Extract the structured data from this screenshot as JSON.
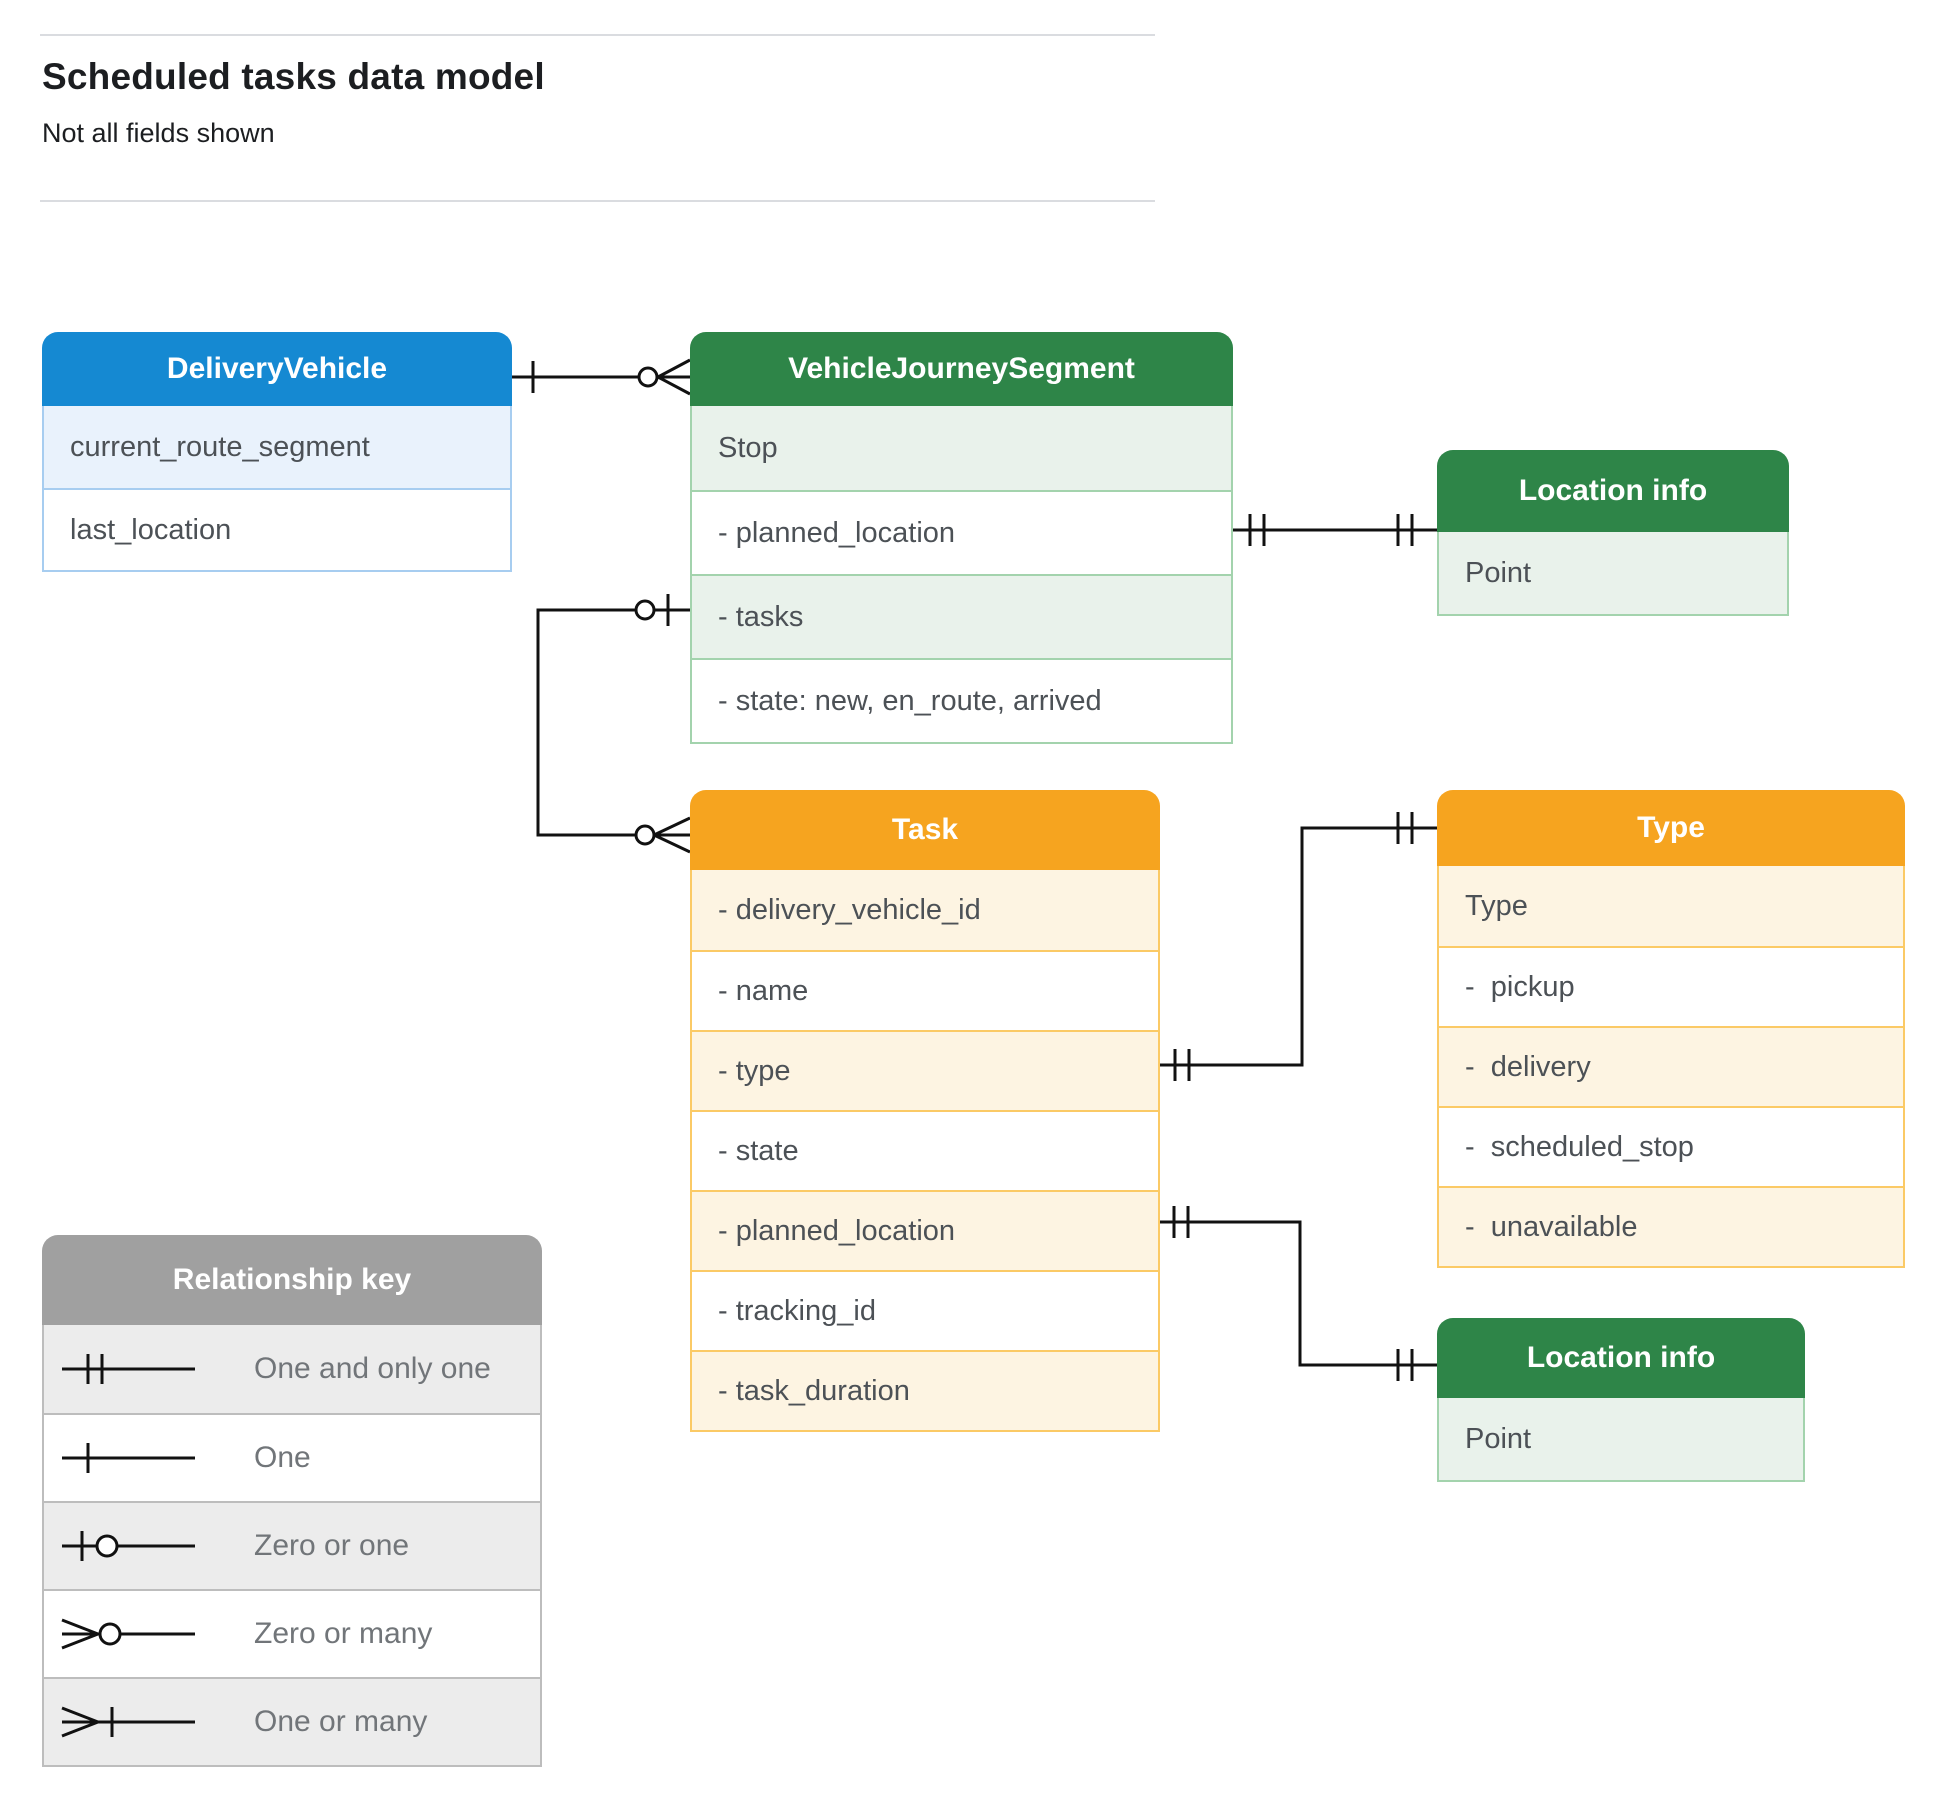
{
  "page": {
    "title": "Scheduled tasks data model",
    "subtitle": "Not all fields shown"
  },
  "colors": {
    "blue_header": "#1589d2",
    "blue_row": "#e9f2fc",
    "blue_border": "#a7cdf0",
    "green_header": "#2e8548",
    "green_row": "#e9f2eb",
    "green_border": "#a3d3ad",
    "orange_header": "#f6a41f",
    "orange_row": "#fdf4e2",
    "orange_border": "#fbca66",
    "gray_header": "#a0a0a0",
    "gray_row": "#ececec",
    "gray_border": "#bdbdbd",
    "connector": "#111111"
  },
  "entities": {
    "delivery_vehicle": {
      "title": "DeliveryVehicle",
      "rows": [
        "current_route_segment",
        "last_location"
      ]
    },
    "vehicle_journey_segment": {
      "title": "VehicleJourneySegment",
      "rows": [
        "Stop",
        "- planned_location",
        "- tasks",
        "- state: new, en_route, arrived"
      ]
    },
    "location_info_1": {
      "title": "Location info",
      "rows": [
        "Point"
      ]
    },
    "task": {
      "title": "Task",
      "rows": [
        "- delivery_vehicle_id",
        "- name",
        "- type",
        "- state",
        "- planned_location",
        "- tracking_id",
        "- task_duration"
      ]
    },
    "type": {
      "title": "Type",
      "rows": [
        "Type",
        "-  pickup",
        "-  delivery",
        "-  scheduled_stop",
        "-  unavailable"
      ]
    },
    "location_info_2": {
      "title": "Location info",
      "rows": [
        "Point"
      ]
    }
  },
  "relationships": [
    {
      "from": "DeliveryVehicle",
      "to": "VehicleJourneySegment",
      "from_cardinality": "one",
      "to_cardinality": "zero-or-many"
    },
    {
      "from": "VehicleJourneySegment.tasks",
      "to": "Task",
      "from_cardinality": "zero-or-one",
      "to_cardinality": "zero-or-many"
    },
    {
      "from": "VehicleJourneySegment.planned_location",
      "to": "Location info",
      "from_cardinality": "one-and-only-one",
      "to_cardinality": "one-and-only-one"
    },
    {
      "from": "Task.type",
      "to": "Type",
      "from_cardinality": "one-and-only-one",
      "to_cardinality": "one-and-only-one"
    },
    {
      "from": "Task.planned_location",
      "to": "Location info",
      "from_cardinality": "one-and-only-one",
      "to_cardinality": "one-and-only-one"
    }
  ],
  "legend": {
    "title": "Relationship key",
    "items": [
      {
        "symbol": "one-and-only-one",
        "label": "One and only one"
      },
      {
        "symbol": "one",
        "label": "One"
      },
      {
        "symbol": "zero-or-one",
        "label": "Zero or one"
      },
      {
        "symbol": "zero-or-many",
        "label": "Zero or many"
      },
      {
        "symbol": "one-or-many",
        "label": "One or many"
      }
    ]
  }
}
